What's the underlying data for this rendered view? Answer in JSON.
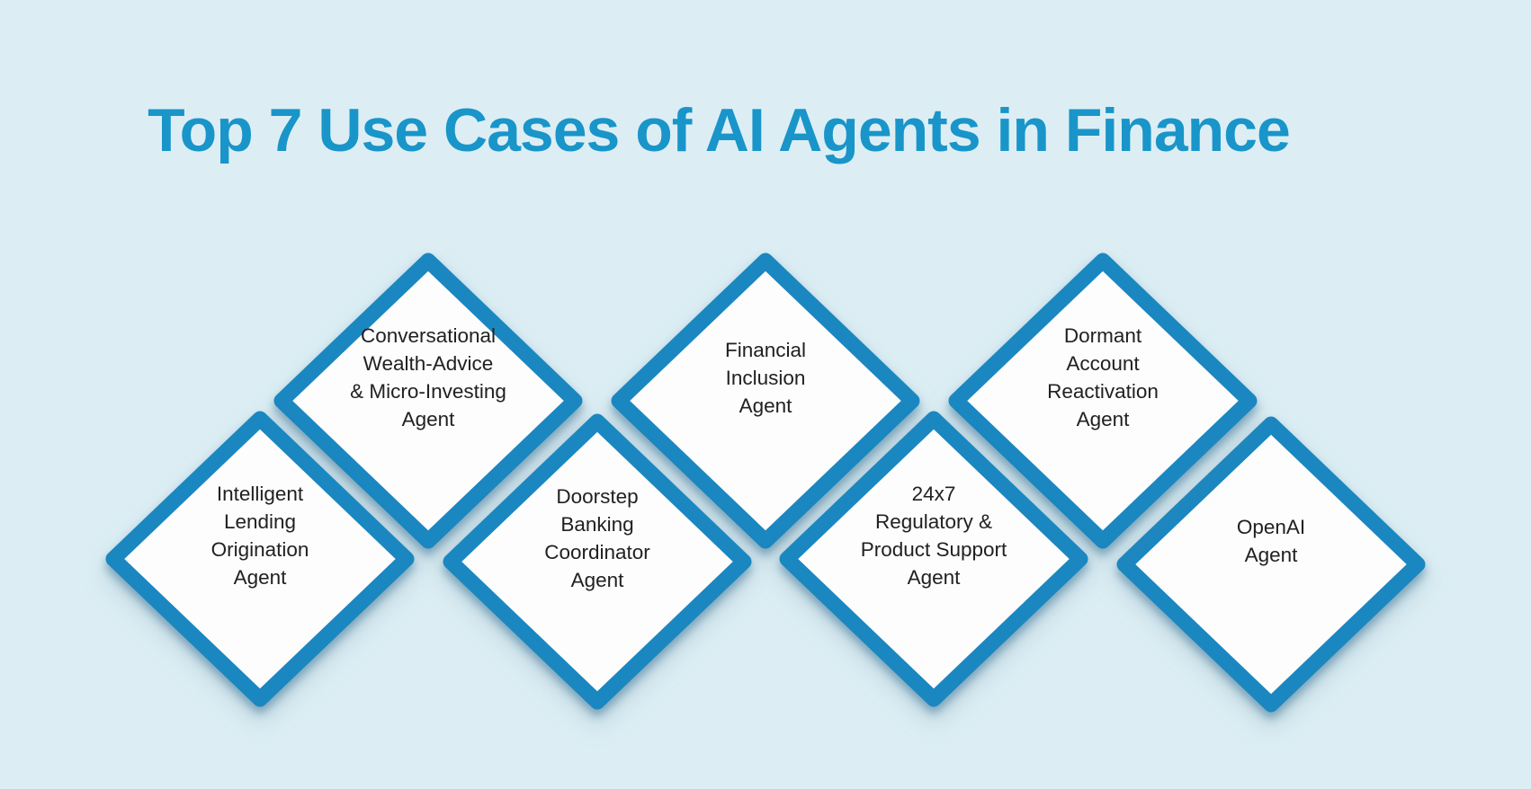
{
  "page": {
    "title": "Top 7 Use Cases of AI Agents in Finance"
  },
  "colors": {
    "background": "#dceef4",
    "title_text": "#1995c9",
    "diamond_border": "#1b87c0",
    "diamond_fill": "#fdfdfe",
    "label_text": "#212121",
    "shadow": "rgba(23,94,133,0.42)"
  },
  "diamonds": [
    {
      "label": "Intelligent Lending Origination Agent",
      "lines": [
        "Intelligent",
        "Lending",
        "Origination",
        "Agent"
      ],
      "row": "bottom"
    },
    {
      "label": "Conversational Wealth-Advice & Micro-Investing Agent",
      "lines": [
        "Conversational",
        "Wealth-Advice",
        "& Micro-Investing",
        "Agent"
      ],
      "row": "top"
    },
    {
      "label": "Doorstep Banking Coordinator Agent",
      "lines": [
        "Doorstep",
        "Banking",
        "Coordinator",
        "Agent"
      ],
      "row": "bottom"
    },
    {
      "label": "Financial Inclusion Agent",
      "lines": [
        "Financial",
        "Inclusion",
        "Agent"
      ],
      "row": "top"
    },
    {
      "label": "24x7 Regulatory & Product Support Agent",
      "lines": [
        "24x7",
        "Regulatory &",
        "Product Support",
        "Agent"
      ],
      "row": "bottom"
    },
    {
      "label": "Dormant Account Reactivation Agent",
      "lines": [
        "Dormant",
        "Account",
        "Reactivation",
        "Agent"
      ],
      "row": "top"
    },
    {
      "label": "OpenAI Agent",
      "lines": [
        "OpenAI",
        "Agent"
      ],
      "row": "bottom"
    }
  ]
}
